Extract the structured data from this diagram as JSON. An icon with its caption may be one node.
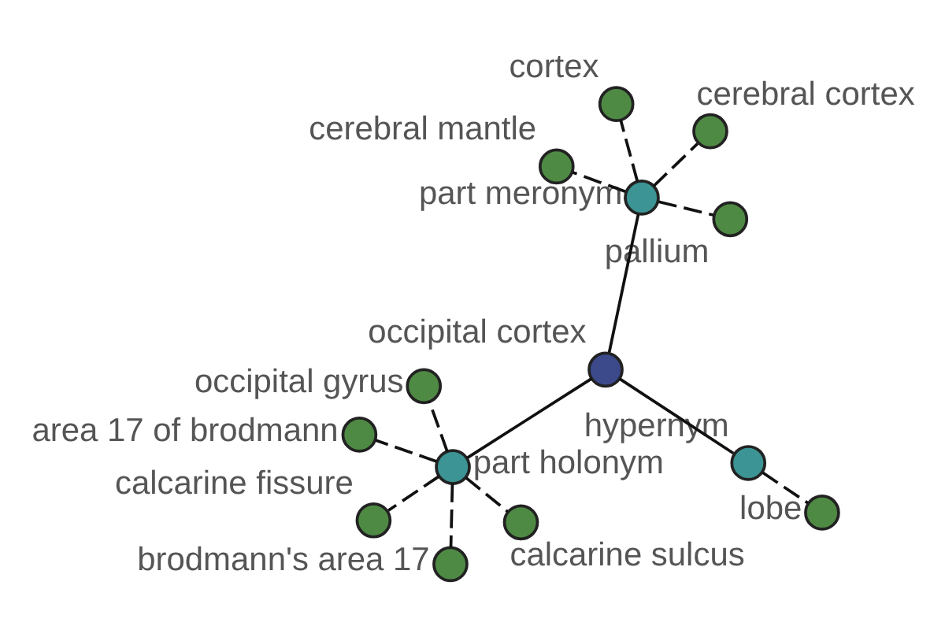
{
  "diagram": {
    "nodes": [
      {
        "text": [],
        "shape": "circle",
        "beside": [
          "cortex"
        ]
      },
      {
        "text": [],
        "shape": "circle",
        "beside": [
          "cerebral mantle"
        ]
      },
      {
        "text": [],
        "shape": "circle",
        "beside": [
          "pallium"
        ]
      },
      {
        "text": [],
        "shape": "circle",
        "beside": [
          "part meronym"
        ]
      },
      {
        "text": [],
        "shape": "circle",
        "beside": [
          "lobe"
        ]
      },
      {
        "text": [],
        "shape": "circle",
        "beside": [
          "hypernym"
        ]
      },
      {
        "text": [],
        "shape": "circle",
        "beside": [
          "cerebral cortex"
        ]
      },
      {
        "text": [],
        "shape": "circle",
        "beside": [
          "occipital cortex"
        ]
      },
      {
        "text": [],
        "shape": "circle",
        "beside": [
          "brodmann's area 17"
        ]
      },
      {
        "text": [],
        "shape": "circle",
        "beside": [
          "part holonym"
        ]
      },
      {
        "text": [],
        "shape": "circle",
        "beside": [
          "occipital gyrus"
        ]
      },
      {
        "text": [],
        "shape": "circle",
        "beside": [
          "calcarine sulcus"
        ]
      },
      {
        "text": [],
        "shape": "circle",
        "beside": [
          "area 17 of brodmann"
        ]
      },
      {
        "text": [],
        "shape": "circle",
        "beside": [
          "calcarine fissure"
        ]
      }
    ],
    "edges": [
      {
        "from": 7,
        "to": 5,
        "arrow": "none"
      },
      {
        "from": 7,
        "to": 3,
        "arrow": "none"
      },
      {
        "from": 7,
        "to": 9,
        "arrow": "none"
      },
      {
        "from": 5,
        "to": 4,
        "arrow": "none",
        "style": "dashed"
      },
      {
        "from": 3,
        "to": 0,
        "arrow": "none",
        "style": "dashed"
      },
      {
        "from": 3,
        "to": 1,
        "arrow": "none",
        "style": "dashed"
      },
      {
        "from": 3,
        "to": 2,
        "arrow": "none",
        "style": "dashed"
      },
      {
        "from": 3,
        "to": 6,
        "arrow": "none",
        "style": "dashed"
      },
      {
        "from": 9,
        "to": 8,
        "arrow": "none",
        "style": "dashed"
      },
      {
        "from": 9,
        "to": 10,
        "arrow": "none",
        "style": "dashed"
      },
      {
        "from": 9,
        "to": 11,
        "arrow": "none",
        "style": "dashed"
      },
      {
        "from": 9,
        "to": 12,
        "arrow": "none",
        "style": "dashed"
      },
      {
        "from": 9,
        "to": 13,
        "arrow": "none",
        "style": "dashed"
      }
    ]
  }
}
